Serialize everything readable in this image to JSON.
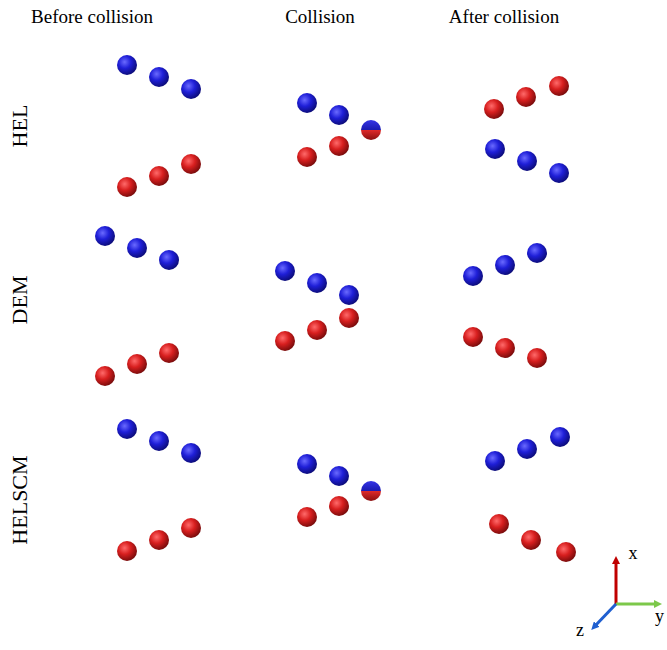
{
  "diagram": {
    "labels": [
      "Before collision",
      "Collision",
      "After collision",
      "HEL",
      "DEM",
      "HELSCM",
      "x",
      "y",
      "z"
    ]
  }
}
